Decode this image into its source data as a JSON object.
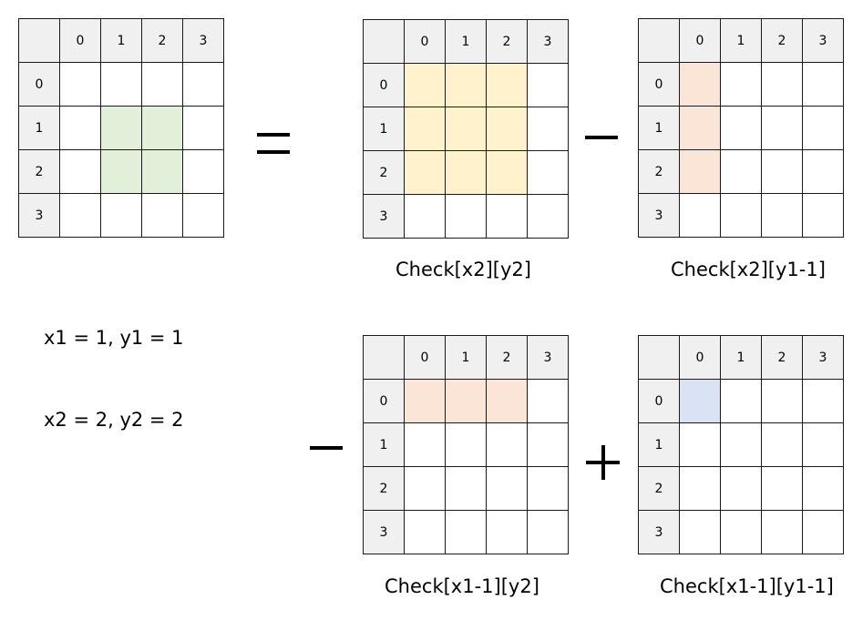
{
  "grid_headers": {
    "columns": [
      "0",
      "1",
      "2",
      "3"
    ],
    "rows": [
      "0",
      "1",
      "2",
      "3"
    ]
  },
  "colors": {
    "header_bg": "#f0f0f0",
    "target_green": "#e2efd9",
    "yellow": "#fff2cc",
    "peach": "#fbe5d6",
    "blue": "#dae3f3"
  },
  "variables": {
    "line1": "x1 = 1, y1 = 1",
    "line2": "x2 = 2, y2 = 2"
  },
  "operators": {
    "equals": "=",
    "minus": "−",
    "plus": "+"
  },
  "grids": [
    {
      "id": "target",
      "caption": "",
      "fill": "target_green",
      "cells": [
        [
          1,
          1
        ],
        [
          1,
          2
        ],
        [
          2,
          1
        ],
        [
          2,
          2
        ]
      ]
    },
    {
      "id": "check-x2-y2",
      "caption": "Check[x2][y2]",
      "fill": "yellow",
      "cells": [
        [
          0,
          0
        ],
        [
          0,
          1
        ],
        [
          0,
          2
        ],
        [
          1,
          0
        ],
        [
          1,
          1
        ],
        [
          1,
          2
        ],
        [
          2,
          0
        ],
        [
          2,
          1
        ],
        [
          2,
          2
        ]
      ]
    },
    {
      "id": "check-x2-y1m1",
      "caption": "Check[x2][y1-1]",
      "fill": "peach",
      "cells": [
        [
          0,
          0
        ],
        [
          1,
          0
        ],
        [
          2,
          0
        ]
      ]
    },
    {
      "id": "check-x1m1-y2",
      "caption": "Check[x1-1][y2]",
      "fill": "peach",
      "cells": [
        [
          0,
          0
        ],
        [
          0,
          1
        ],
        [
          0,
          2
        ]
      ]
    },
    {
      "id": "check-x1m1-y1m1",
      "caption": "Check[x1-1][y1-1]",
      "fill": "blue",
      "cells": [
        [
          0,
          0
        ]
      ]
    }
  ]
}
